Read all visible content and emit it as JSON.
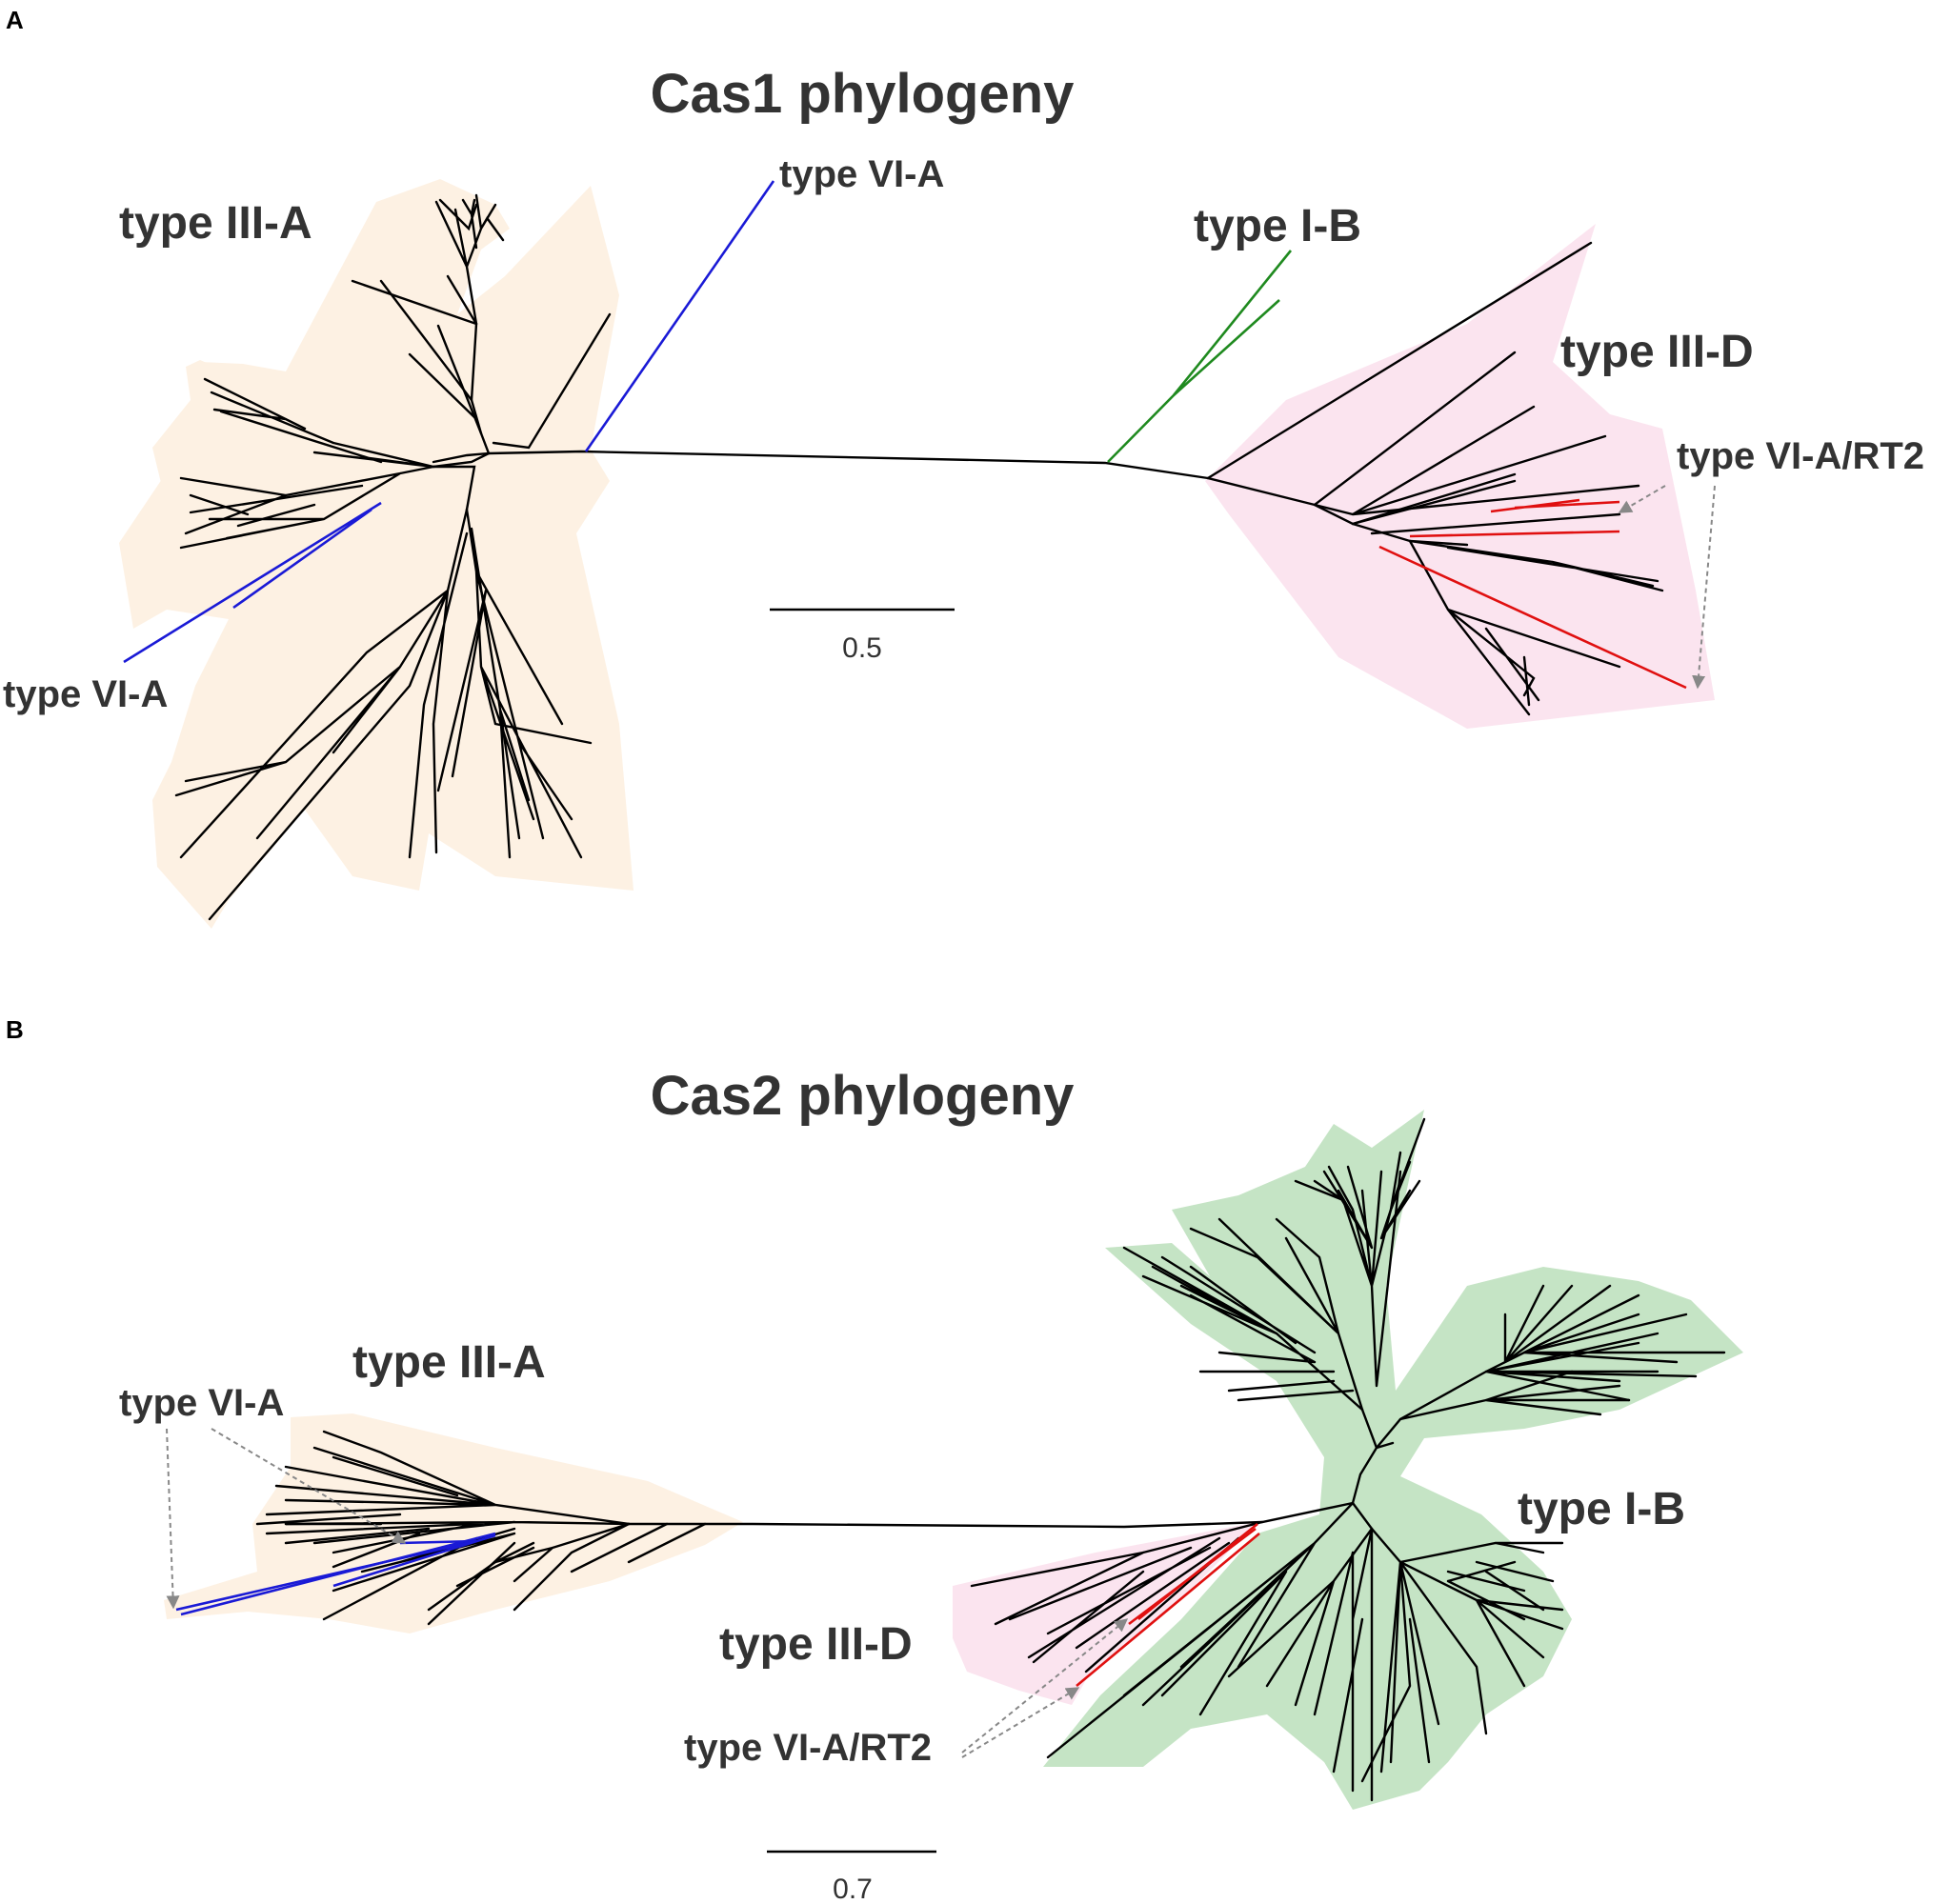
{
  "panel_a": {
    "label": "A",
    "title": "Cas1 phylogeny",
    "clades": {
      "type_iii_a": "type III-A",
      "type_vi_a_top": "type VI-A",
      "type_vi_a_left": "type VI-A",
      "type_i_b": "type I-B",
      "type_iii_d": "type III-D",
      "type_vi_a_rt2": "type VI-A/RT2"
    },
    "scale_label": "0.5"
  },
  "panel_b": {
    "label": "B",
    "title": "Cas2 phylogeny",
    "clades": {
      "type_iii_a": "type III-A",
      "type_vi_a": "type VI-A",
      "type_i_b": "type I-B",
      "type_iii_d": "type III-D",
      "type_vi_a_rt2": "type VI-A/RT2"
    },
    "scale_label": "0.7"
  },
  "colors": {
    "type_iii_a_shade": "#fdf1e3",
    "type_iii_d_shade": "#fbe4ef",
    "type_i_b_shade": "#c5e4c5",
    "type_vi_a_branch": "#1a1ad6",
    "type_vi_a_rt2_branch": "#e01010",
    "type_i_b_branch": "#1f8a1f"
  }
}
